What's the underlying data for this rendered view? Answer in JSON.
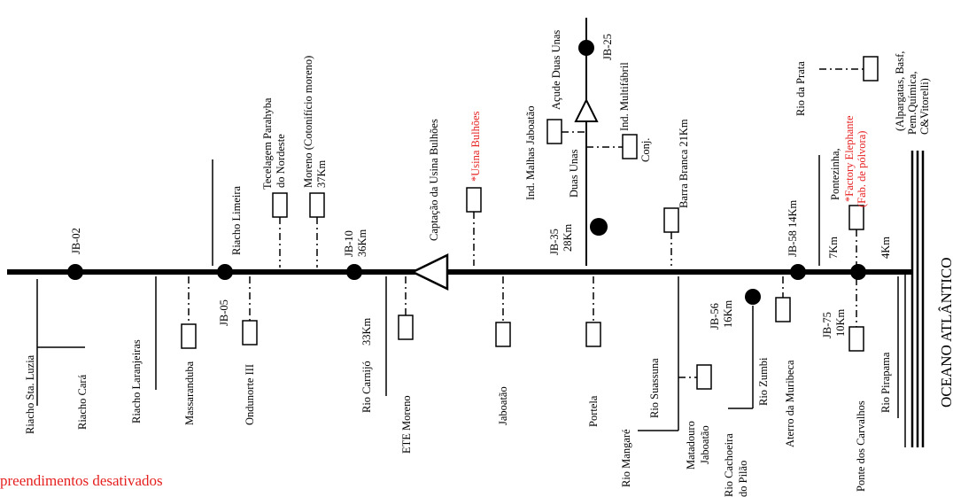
{
  "colors": {
    "line": "#000000",
    "highlight": "#e5201f",
    "background": "#ffffff"
  },
  "legend": {
    "text": "preendimentos desativados"
  },
  "ocean": {
    "label": "OCEANO ATLÂNTICO"
  },
  "stations": {
    "jb02": "JB-02",
    "jb05": "JB-05",
    "jb10": "JB-10",
    "jb10_km": "36Km",
    "jb35": "JB-35",
    "jb35_km": "28Km",
    "jb25": "JB-25",
    "jb56": "JB-56",
    "jb56_km": "16Km",
    "jb58_km": "JB-58 14Km",
    "jb75": "JB-75",
    "jb75_km": "10Km",
    "km7": "7Km",
    "km4": "4Km"
  },
  "tributaries": {
    "riacho_sta_luzia": "Riacho Sta. Luzia",
    "riacho_cara": "Riacho Cará",
    "riacho_laranjeiras": "Riacho Laranjeiras",
    "riacho_limeira": "Riacho Limeira",
    "rio_carnijo": "Rio Carnijó",
    "rio_carnijo_km": "33Km",
    "rio_mangare": "Rio Mangaré",
    "rio_suassuna": "Rio Suassuna",
    "rio_cachoeira_1": "Rio Cachoeira",
    "rio_cachoeira_2": "do Pilão",
    "rio_zumbi": "Rio Zumbi",
    "rio_pirapama": "Rio Pirapama",
    "rio_da_prata": "Rio da Prata",
    "duas_unas": "Duas Unas"
  },
  "facilities": {
    "massaranduba": "Massaranduba",
    "ondunorte": "Ondunorte III",
    "tecelagem_1": "Tecelagem Parahyba",
    "tecelagem_2": "do Nordeste",
    "moreno_1": "Moreno (Cotonifício moreno)",
    "moreno_2": "37Km",
    "ete_moreno": "ETE Moreno",
    "captacao": "Captação da Usina Bulhões",
    "usina_bulhoes": "*Usina Bulhões",
    "jaboatao": "Jaboatão",
    "portela": "Portela",
    "ind_malhas": "Ind. Malhas Jaboatão",
    "acude": "Açude Duas Unas",
    "multifabril_1": "Ind. Multifábril",
    "multifabril_2": "Conj.",
    "barra_branca": "Barra Branca 21Km",
    "matadouro_1": "Matadouro",
    "matadouro_2": "Jaboatão",
    "aterro": "Aterro da Muribeca",
    "ponte_carvalhos": "Ponte dos Carvalhos",
    "pontezinha": "Pontezinha,",
    "factory_1": "*Factory Elephante",
    "factory_2": "(Fab. de pólvora)",
    "alpargatas_1": "(Alpargatas, Basf,",
    "alpargatas_2": "Pem.Química,",
    "alpargatas_3": "C&Vitorelli)"
  }
}
